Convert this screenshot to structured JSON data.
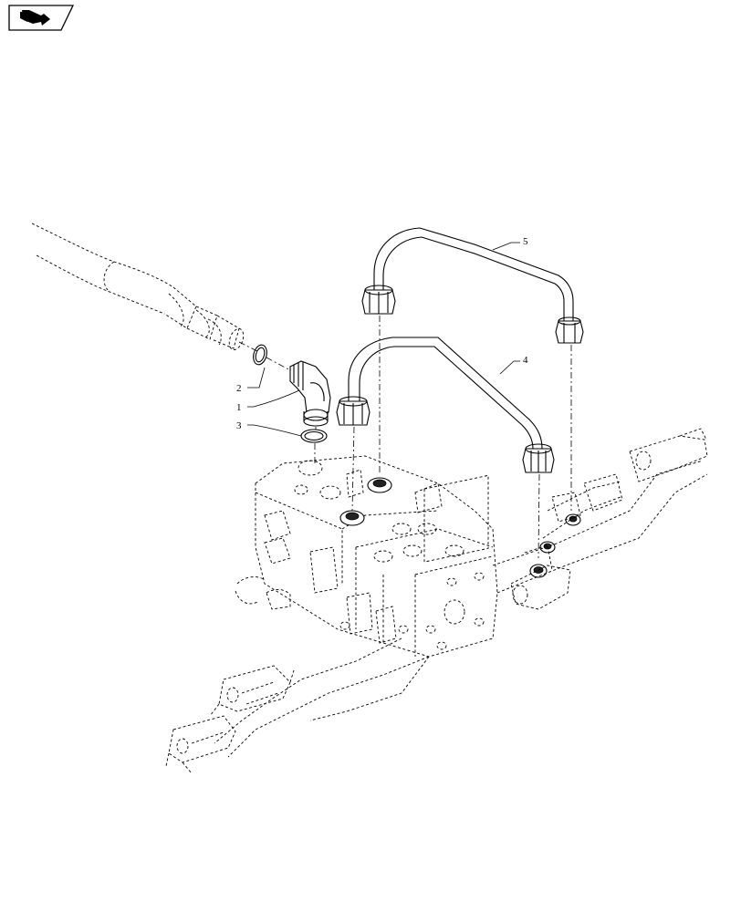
{
  "diagram": {
    "type": "exploded-parts-view",
    "nav_icon": "arrow-to-previous-page-icon",
    "callouts": [
      {
        "id": "c1",
        "label": "1"
      },
      {
        "id": "c2",
        "label": "2"
      },
      {
        "id": "c3",
        "label": "3"
      },
      {
        "id": "c4",
        "label": "4"
      },
      {
        "id": "c5",
        "label": "5"
      }
    ]
  }
}
